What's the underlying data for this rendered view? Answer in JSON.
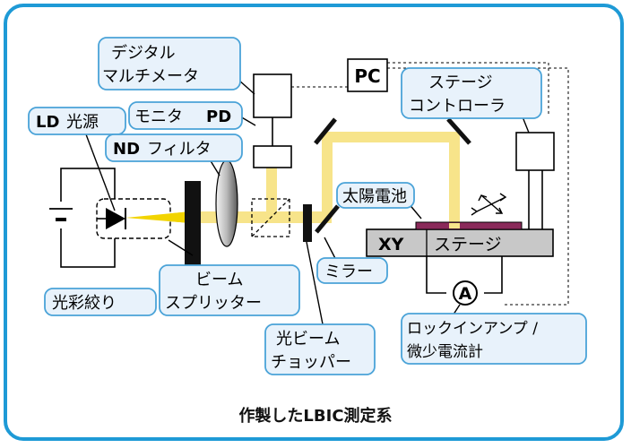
{
  "labels": {
    "dmm_line1": "デジタル",
    "dmm_line2": "マルチメータ",
    "monitor_pd_prefix": "モニタ",
    "monitor_pd_bold": "PD",
    "ld_bold": "LD",
    "ld_rest": "光源",
    "nd_bold": "ND",
    "nd_rest": "フィルタ",
    "pc": "PC",
    "stage_ctrl_line1": "ステージ",
    "stage_ctrl_line2": "コントローラ",
    "solar_cell": "太陽電池",
    "xy_bold": "XY",
    "xy_rest": "ステージ",
    "aperture": "光彩絞り",
    "beam_splitter_line1": "ビーム",
    "beam_splitter_line2": "スプリッター",
    "mirror": "ミラー",
    "ammeter": "A",
    "chopper_line1": "光ビーム",
    "chopper_line2": "チョッパー",
    "lockin_line1": "ロックインアンプ /",
    "lockin_line2": "微少電流計"
  },
  "caption": "作製したLBIC測定系",
  "colors": {
    "frame": "#1e9ad6",
    "label_fill": "#e8f2fb",
    "label_border": "#4aa3d8",
    "beam": "#f7e48a",
    "beam_core": "#f2d400",
    "stage": "#c8c8c8",
    "cell": "#8a2a5a"
  },
  "icons": {
    "laser_diode": "diode-icon",
    "motion": "xy-arrows-icon",
    "ammeter": "circle-a-icon"
  }
}
